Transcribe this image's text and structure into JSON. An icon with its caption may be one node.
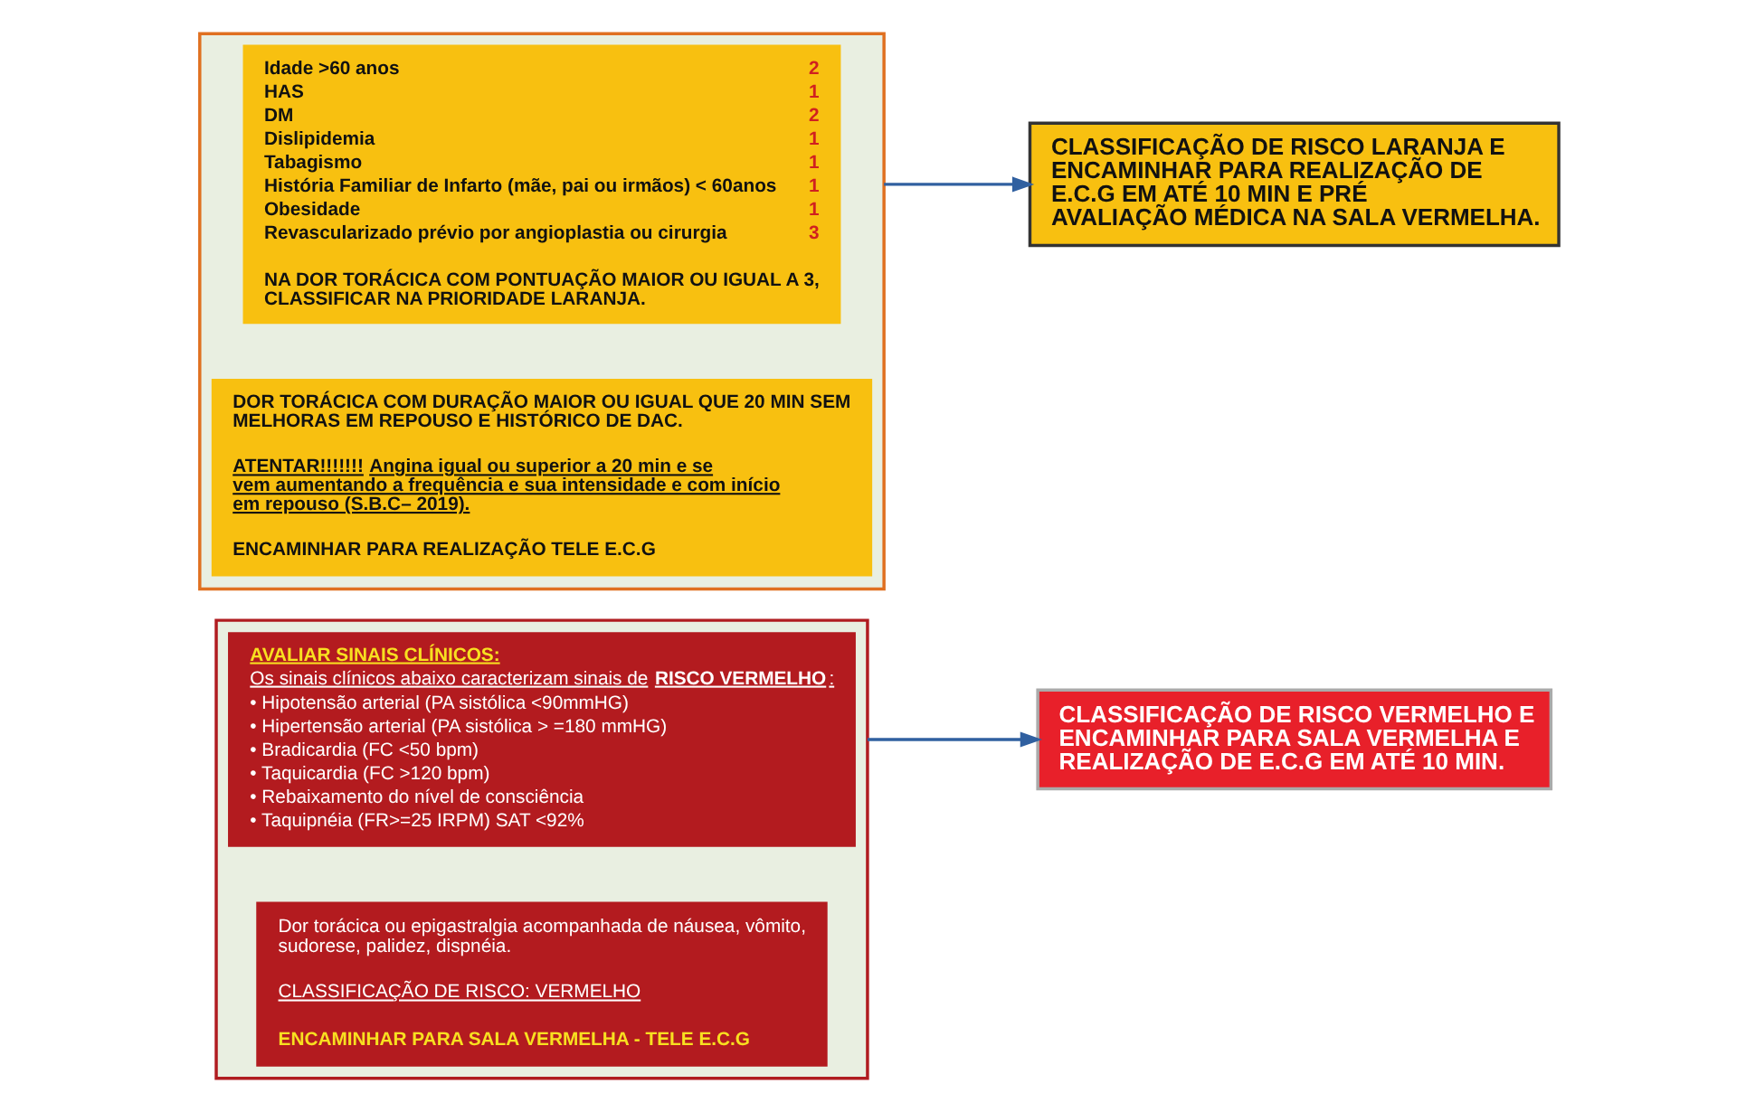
{
  "diagram": {
    "nodes": [
      {
        "text": [],
        "shape": "box"
      },
      {
        "text": [
          "DOR TORÁCICA COM DURAÇÃO MAIOR OU IGUAL QUE 20 MIN SEM MELHORAS EM REPOUSO E HISTÓRICO DE DAC.",
          "ATENTAR!!!!!!! **Angina igual ou superior a 20 min e se vem aumentando a frequência e sua intensidade e com início em repouso (S.B.C– 2019).**",
          "ENCAMINHAR PARA REALIZAÇÃO TELE E.C.G"
        ],
        "in": 0
      },
      {
        "text": [
          "Idade >60 anos",
          "2",
          "HAS",
          "1",
          "DM",
          "2",
          "Dislipidemia",
          "1",
          "Tabagismo",
          "1",
          "História Familiar de Infarto (mãe, pai ou irmãos) < 60anos",
          "1",
          "Obesidade",
          "1",
          "Revascularizado prévio por angioplastia ou cirurgia",
          "3",
          "NA DOR TORÁCICA COM PONTUAÇÃO MAIOR OU IGUAL A 3, CLASSIFICAR NA PRIORIDADE LARANJA."
        ],
        "in": 0
      },
      {
        "text": [
          "CLASSIFICAÇÃO DE RISCO LARANJA E ENCAMINHAR PARA REALIZAÇÃO DE E.C.G EM ATÉ 10 MIN E PRÉ AVALIAÇÃO MÉDICA NA SALA VERMELHA."
        ]
      },
      {
        "text": [],
        "shape": "box"
      },
      {
        "text": [
          "Dor torácica ou epigastralgia acompanhada de náusea, vômito, sudorese, palidez, dispnéia.",
          "CLASSIFICAÇÃO DE RISCO: VERMELHO",
          "ENCAMINHAR PARA SALA VERMELHA - TELE E.C.G"
        ],
        "in": 4
      },
      {
        "text": [
          "AVALIAR SINAIS CLÍNICOS:",
          "Os sinais clínicos abaixo caracterizam sinais de **RISCO VERMELHO**:",
          "• Hipotensão arterial (PA sistólica <90mmHG)",
          "• Hipertensão arterial (PA sistólica > =180 mmHG)",
          "• Bradicardia (FC <50 bpm)",
          "• Taquicardia (FC >120 bpm)",
          "• Rebaixamento do nível de consciência",
          "• Taquipnéia (FR>=25 IRPM) SAT <92%"
        ],
        "in": 4
      },
      {
        "text": [
          "CLASSIFICAÇÃO DE RISCO VERMELHO E ENCAMINHAR PARA SALA VERMELHA E REALIZAÇÃO DE E.C.G EM ATÉ 10 MIN."
        ]
      }
    ],
    "edges": [
      {
        "from": 0,
        "to": 3,
        "arrow": "to"
      },
      {
        "from": 4,
        "to": 7,
        "arrow": "to"
      }
    ]
  }
}
